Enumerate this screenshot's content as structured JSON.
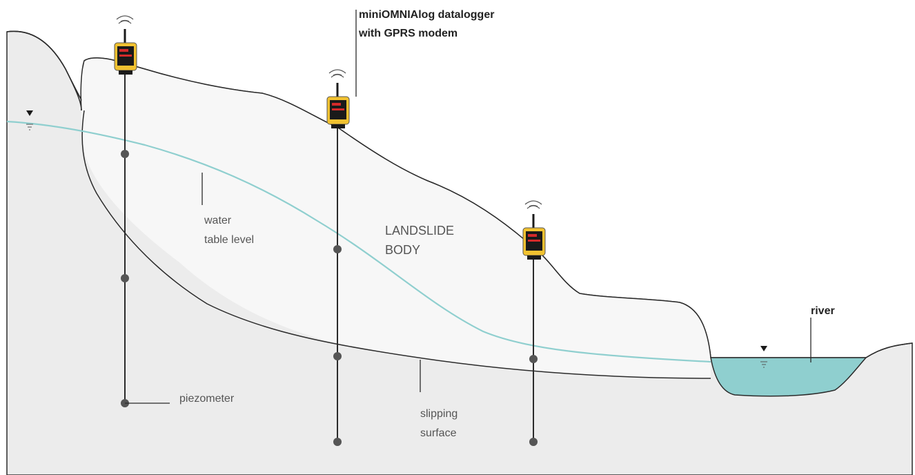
{
  "labels": {
    "datalogger_line1": "miniOMNIAlog datalogger",
    "datalogger_line2": "with GPRS modem",
    "water_line1": "water",
    "water_line2": "table level",
    "landslide_line1": "LANDSLIDE",
    "landslide_line2": "BODY",
    "river": "river",
    "piezometer": "piezometer",
    "slipping_line1": "slipping",
    "slipping_line2": "surface"
  },
  "colors": {
    "ground": "#ececec",
    "landslide_body": "#f7f7f7",
    "outline": "#2a2a2a",
    "water_table": "#8fcfcf",
    "river_water": "#8fcfcf",
    "logger_body": "#f2c230",
    "logger_panel": "#1a1a1a",
    "logger_accent": "#d42a2a",
    "sensor": "#555555"
  },
  "icons": {
    "wifi": "wifi-icon",
    "water_level": "water-level-icon",
    "datalogger": "datalogger-icon",
    "sensor": "sensor-dot-icon"
  }
}
